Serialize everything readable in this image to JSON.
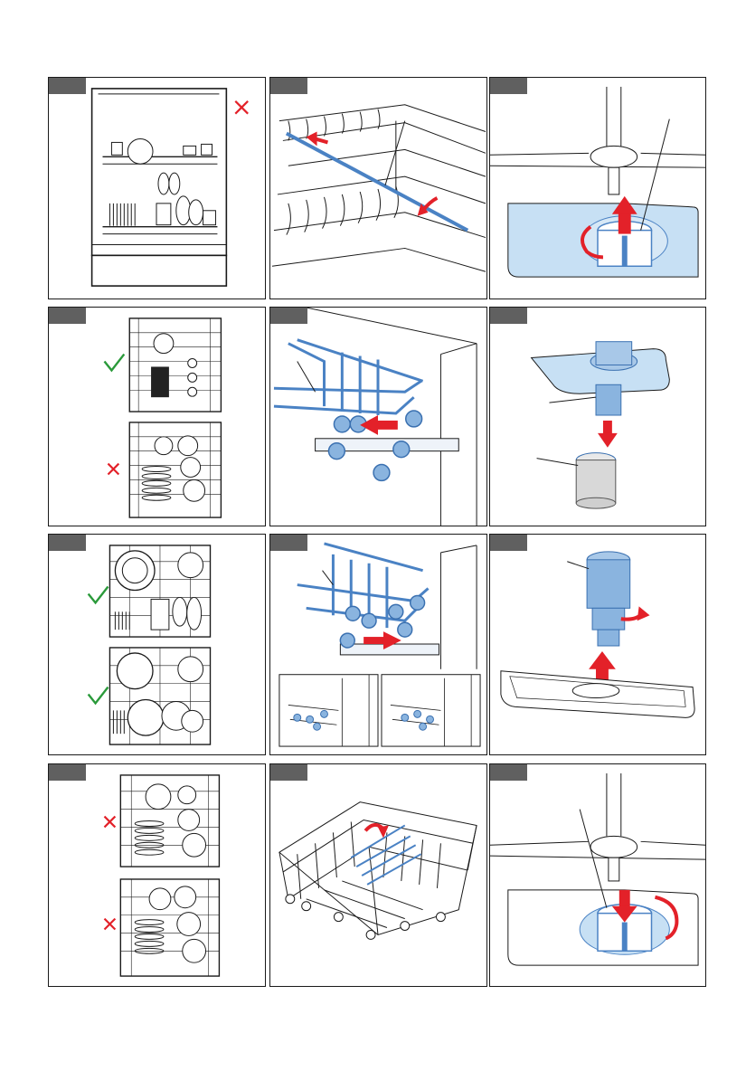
{
  "page": {
    "page_number": ""
  },
  "panels": [
    {
      "id": "p1",
      "label": ""
    },
    {
      "id": "p2",
      "label": ""
    },
    {
      "id": "p3",
      "label": ""
    },
    {
      "id": "p4",
      "label": ""
    },
    {
      "id": "p5",
      "label": ""
    },
    {
      "id": "p6",
      "label": ""
    },
    {
      "id": "p7",
      "label": ""
    },
    {
      "id": "p8",
      "label": ""
    },
    {
      "id": "p9",
      "label": ""
    },
    {
      "id": "p10",
      "label": ""
    },
    {
      "id": "p11",
      "label": ""
    },
    {
      "id": "p12",
      "label": ""
    }
  ],
  "colors": {
    "accent_red": "#e32129",
    "check_green": "#2a9a3a",
    "part_blue": "#4a82c4",
    "water_blue": "#c7e0f4",
    "line": "#1a1a1a",
    "tab_gray": "#606060"
  },
  "icons": [
    "cross-mark-icon",
    "check-mark-icon",
    "arrow-icon",
    "rotate-arrow-icon"
  ]
}
